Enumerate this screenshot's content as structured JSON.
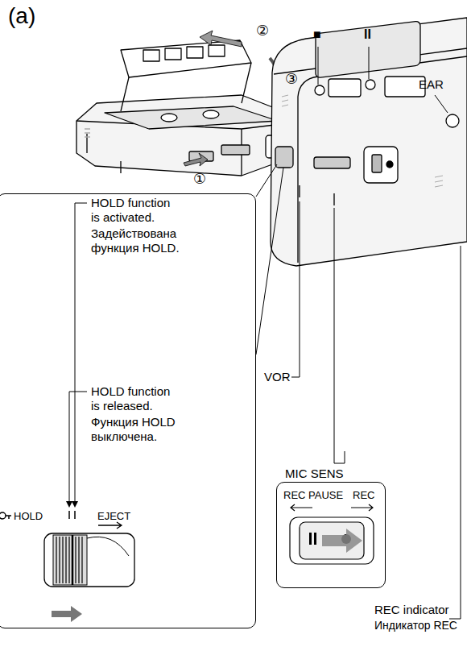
{
  "diagram": {
    "nodes": [
      {
        "text": [
          "HOLD function is activated.",
          "Задействована функция HOLD.",
          "HOLD function is released.",
          "Функция HOLD выключена.",
          "HOLD",
          "EJECT"
        ]
      },
      {
        "text": [
          "REC PAUSE",
          "REC"
        ]
      }
    ],
    "labels": [
      "(a)",
      "①",
      "②",
      "③",
      "■",
      "II",
      "EAR",
      "VOR",
      "MIC SENS",
      "REC indicator",
      "Индикатор REC"
    ]
  }
}
